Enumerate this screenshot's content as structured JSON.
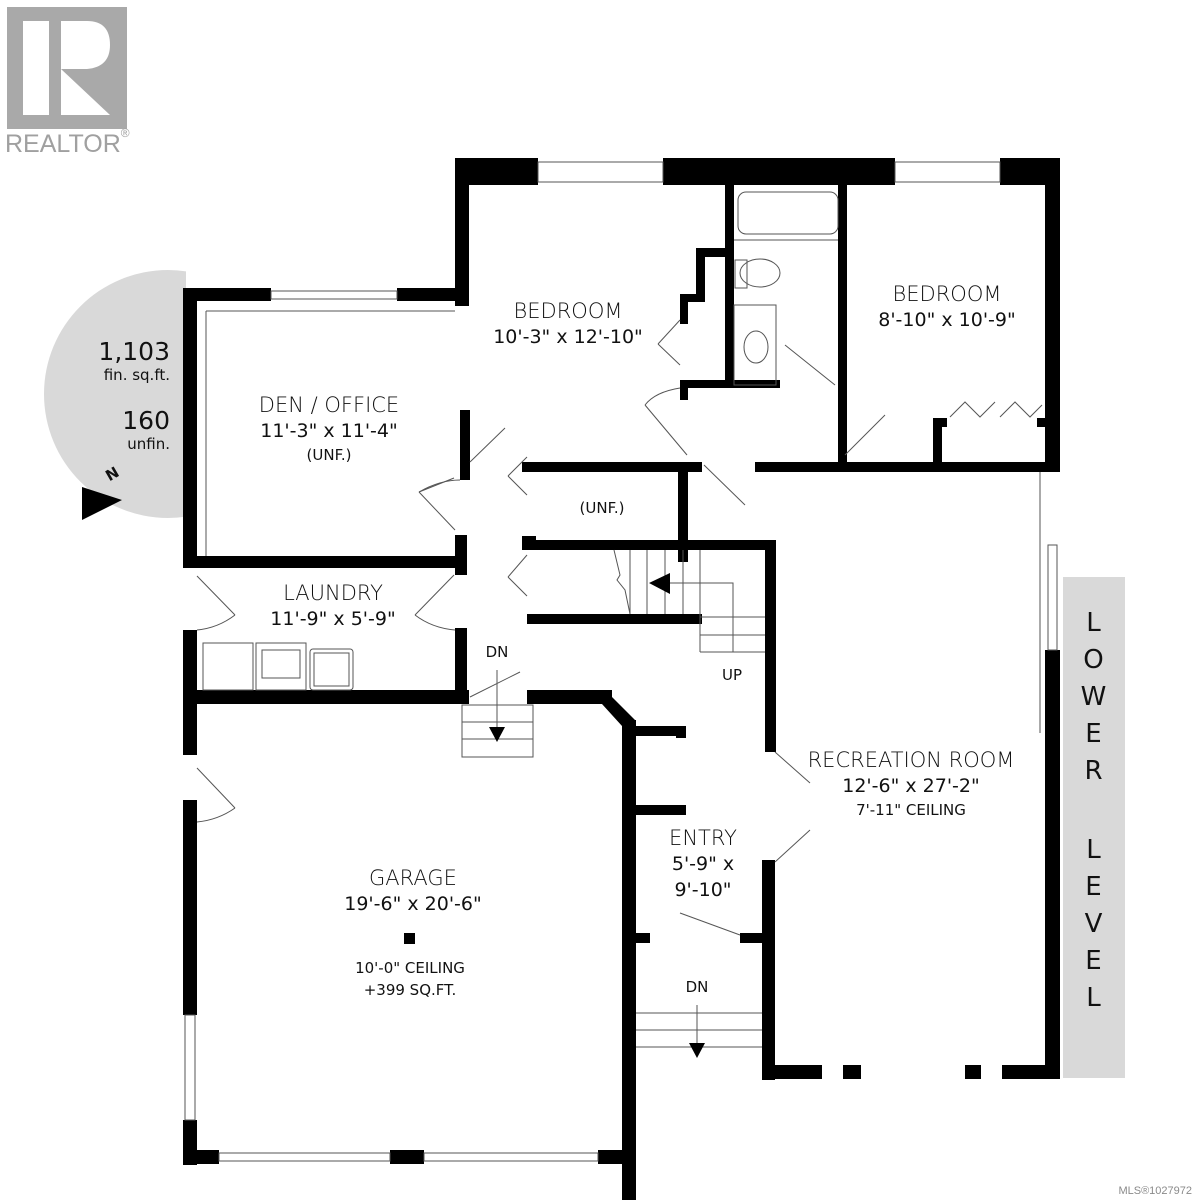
{
  "branding": {
    "logo_text": "REALTOR",
    "logo_mark": "®",
    "mls_label": "MLS®1027972"
  },
  "summary": {
    "finished_sqft": "1,103",
    "finished_label": "fin. sq.ft.",
    "unfinished_sqft": "160",
    "unfinished_label": "unfin.",
    "north_label": "N"
  },
  "level": {
    "name_line1": [
      "L",
      "O",
      "W",
      "E",
      "R"
    ],
    "name_line2": [
      "L",
      "E",
      "V",
      "E",
      "L"
    ]
  },
  "rooms": {
    "den": {
      "name": "DEN / OFFICE",
      "dims": "11'-3\" x 11'-4\"",
      "note": "(UNF.)"
    },
    "bedroom1": {
      "name": "BEDROOM",
      "dims": "10'-3\" x 12'-10\""
    },
    "bedroom2": {
      "name": "BEDROOM",
      "dims": "8'-10\" x 10'-9\""
    },
    "storage": {
      "note": "(UNF.)"
    },
    "laundry": {
      "name": "LAUNDRY",
      "dims": "11'-9\" x 5'-9\""
    },
    "recreation": {
      "name": "RECREATION ROOM",
      "dims": "12'-6\" x 27'-2\"",
      "note": "7'-11\" CEILING"
    },
    "entry": {
      "name": "ENTRY",
      "dims_line1": "5'-9\" x",
      "dims_line2": "9'-10\""
    },
    "garage": {
      "name": "GARAGE",
      "dims": "19'-6\" x 20'-6\"",
      "note1": "10'-0\" CEILING",
      "note2": "+399 SQ.FT."
    }
  },
  "stairs": {
    "dn_hall": "DN",
    "up": "UP",
    "dn_entry": "DN"
  },
  "colors": {
    "wall": "#000000",
    "accent_gray": "#d9d9d9",
    "logo_gray": "#a9a9a9"
  }
}
